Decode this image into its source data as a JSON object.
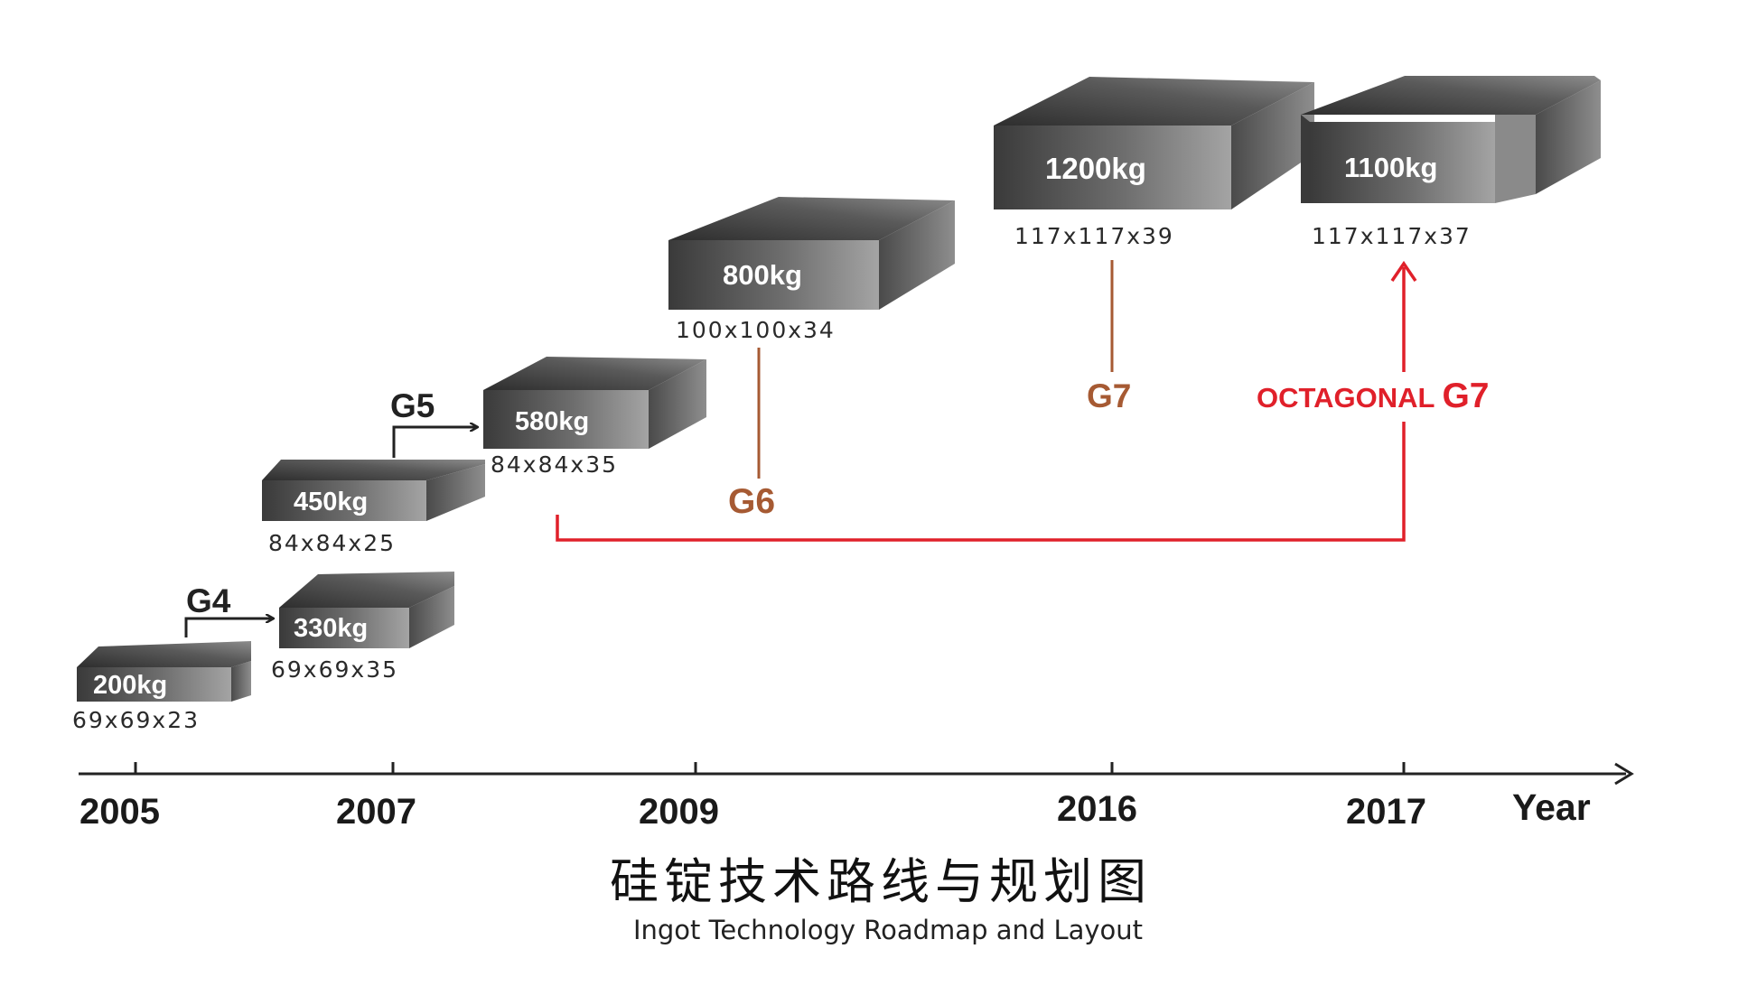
{
  "colors": {
    "axis": "#222222",
    "black_arrow": "#222222",
    "brown": "#a65a33",
    "red": "#e0202a",
    "box_front_dark": "#3a3a3a",
    "box_front_light": "#9a9a9a",
    "box_top_dark": "#2e2e2e",
    "box_top_light": "#8a8a8a",
    "box_side_dark": "#2a2a2a",
    "box_side_light": "#888888"
  },
  "years": [
    "2005",
    "2007",
    "2009",
    "2016",
    "2017"
  ],
  "year_axis_label": "Year",
  "ingots": [
    {
      "weight": "200kg",
      "dims": "69x69x23"
    },
    {
      "weight": "330kg",
      "dims": "69x69x35"
    },
    {
      "weight": "450kg",
      "dims": "84x84x25"
    },
    {
      "weight": "580kg",
      "dims": "84x84x35"
    },
    {
      "weight": "800kg",
      "dims": "100x100x34"
    },
    {
      "weight": "1200kg",
      "dims": "117x117x39"
    },
    {
      "weight": "1100kg",
      "dims": "117x117x37"
    }
  ],
  "generations": {
    "g4": "G4",
    "g5": "G5",
    "g6": "G6",
    "g7": "G7",
    "octagonal_word": "OCTAGONAL",
    "octagonal_g7": "G7"
  },
  "title": {
    "chinese": "硅锭技术路线与规划图",
    "english": "Ingot Technology  Roadmap and Layout"
  }
}
